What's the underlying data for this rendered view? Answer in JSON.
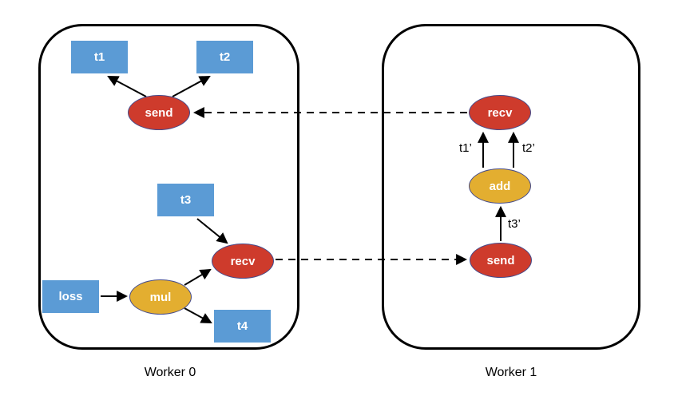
{
  "colors": {
    "tensor_fill": "#5B9BD5",
    "op_red": "#CE3B2C",
    "op_yellow": "#E3AE30",
    "node_border": "#454B8C",
    "arrow": "#000000"
  },
  "worker0": {
    "label": "Worker 0",
    "nodes": {
      "t1": "t1",
      "t2": "t2",
      "t3": "t3",
      "t4": "t4",
      "loss": "loss",
      "send": "send",
      "recv": "recv",
      "mul": "mul"
    }
  },
  "worker1": {
    "label": "Worker 1",
    "nodes": {
      "recv": "recv",
      "add": "add",
      "send": "send"
    },
    "edge_labels": {
      "t1_prime": "t1’",
      "t2_prime": "t2’",
      "t3_prime": "t3’"
    }
  }
}
